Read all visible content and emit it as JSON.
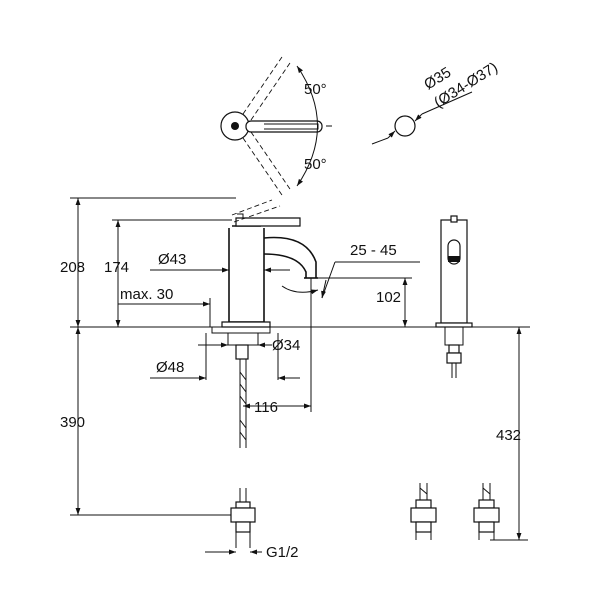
{
  "labels": {
    "angle_top": "50°",
    "angle_bottom": "50°",
    "dia_35": "Ø35",
    "dia_34_37": "(Ø34-Ø37)",
    "height_208": "208",
    "height_174": "174",
    "dia_43": "Ø43",
    "max_30": "max. 30",
    "range_25_45": "25 - 45",
    "height_102": "102",
    "dia_34": "Ø34",
    "dia_48": "Ø48",
    "reach_116": "116",
    "depth_390": "390",
    "depth_432": "432",
    "thread_g12": "G1/2"
  }
}
